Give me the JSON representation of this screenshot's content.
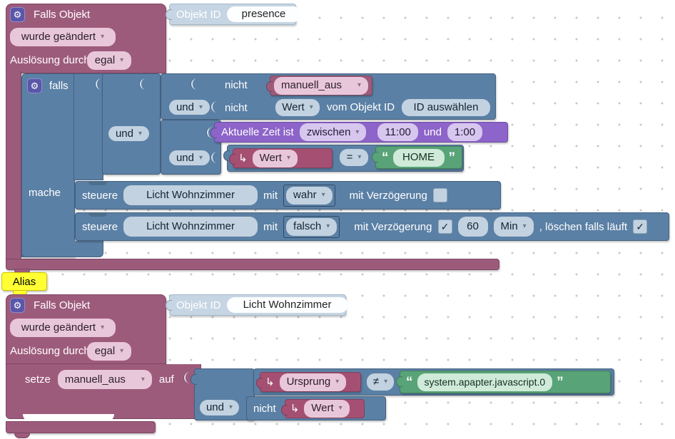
{
  "colors": {
    "trigger_block": "#9d5b7c",
    "trigger_value_block": "#a55072",
    "logic_block": "#5b80a5",
    "object_id_block": "#c6d5e3",
    "time_block": "#8d64c9",
    "text_block": "#58a377",
    "field_pink": "#e9c7da",
    "field_blue": "#c3d2e0",
    "field_purple": "#d7c7ef",
    "field_green": "#d0ead9",
    "alias_yellow": "#ffff33",
    "gear_badge": "#5a57a8"
  },
  "icons": {
    "gear": "⚙",
    "dropdown_arrow": "▾",
    "trigger_arrow": "↳",
    "check": "✓",
    "quote_open": "“",
    "quote_close": "”"
  },
  "trigger1": {
    "title": "Falls Objekt",
    "objekt_id_label": "Objekt ID",
    "objekt_id_value": "presence",
    "change_mode": "wurde geändert",
    "trigger_by_label": "Auslösung durch",
    "trigger_by_value": "egal",
    "falls_label": "falls",
    "mache_label": "mache"
  },
  "cond1": {
    "not_top": "nicht",
    "not_top_value": "manuell_aus",
    "and_top": "und",
    "not_mid": "nicht",
    "wert_dropdown": "Wert",
    "vom_objekt_label": "vom Objekt ID",
    "oid_placeholder": "ID auswählen",
    "and_mid": "und",
    "time_label": "Aktuelle Zeit ist",
    "time_mode": "zwischen",
    "time_from": "11:00",
    "time_and": "und",
    "time_to": "1:00",
    "and_bottom": "und",
    "eq_left": "Wert",
    "eq_op": "=",
    "eq_right": "HOME"
  },
  "action1": {
    "steuere_label": "steuere",
    "oid": "Licht Wohnzimmer",
    "mit_label": "mit",
    "value": "wahr",
    "delay_label": "mit Verzögerung"
  },
  "action2": {
    "steuere_label": "steuere",
    "oid": "Licht Wohnzimmer",
    "mit_label": "mit",
    "value": "falsch",
    "delay_label": "mit Verzögerung",
    "delay_value": "60",
    "delay_unit": "Min",
    "clear_label": ", löschen falls läuft"
  },
  "alias": {
    "label": "Alias"
  },
  "trigger2": {
    "title": "Falls Objekt",
    "objekt_id_label": "Objekt ID",
    "objekt_id_value": "Licht Wohnzimmer",
    "change_mode": "wurde geändert",
    "trigger_by_label": "Auslösung durch",
    "trigger_by_value": "egal"
  },
  "setze": {
    "label": "setze",
    "variable": "manuell_aus",
    "auf_label": "auf"
  },
  "cond2": {
    "left": "Ursprung",
    "op": "≠",
    "right": "system.apapter.javascript.0",
    "and": "und",
    "not": "nicht",
    "wert": "Wert"
  }
}
